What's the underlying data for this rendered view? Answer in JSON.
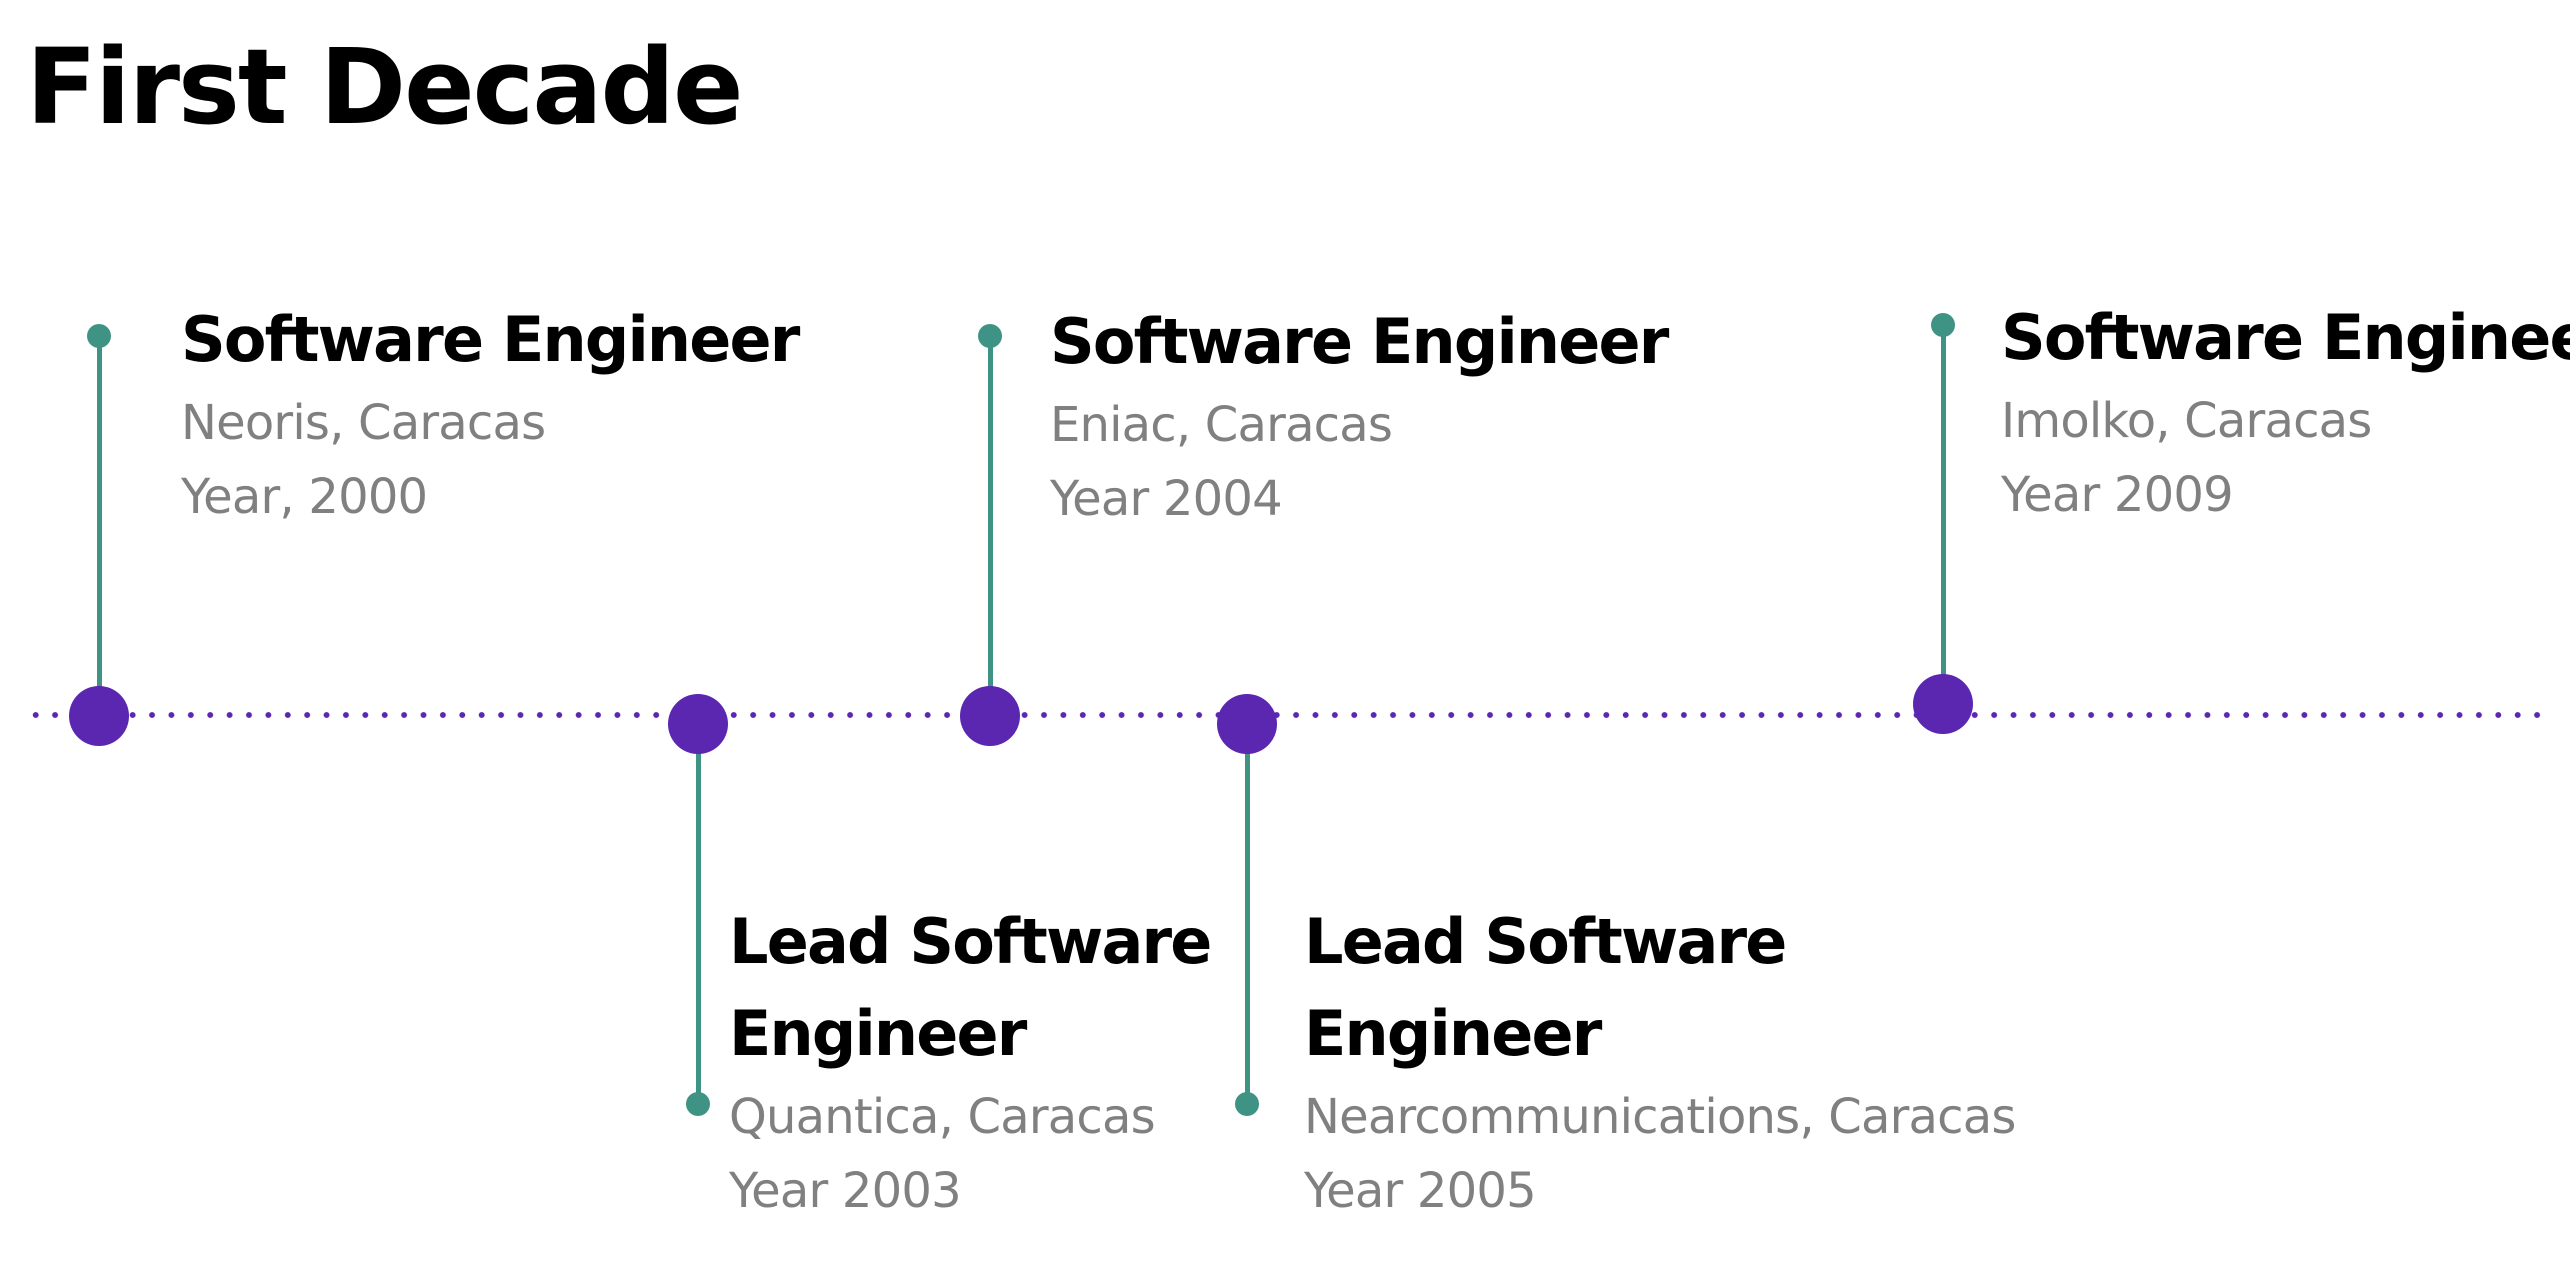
{
  "page": {
    "title": "First Decade"
  },
  "colors": {
    "title": "#000000",
    "axis": "#5b26b0",
    "node": "#5b26b0",
    "stem": "#3f9384",
    "entry_title": "#000000",
    "entry_detail": "#808080"
  },
  "timeline": {
    "entries": [
      {
        "title": "Software Engineer",
        "company": "Neoris, Caracas",
        "year": "Year, 2000",
        "side": "above"
      },
      {
        "title_line1": "Lead Software",
        "title_line2": "Engineer",
        "company": "Quantica, Caracas",
        "year": "Year 2003",
        "side": "below"
      },
      {
        "title": "Software Engineer",
        "company": "Eniac, Caracas",
        "year": "Year 2004",
        "side": "above"
      },
      {
        "title_line1": "Lead Software",
        "title_line2": "Engineer",
        "company": "Nearcommunications, Caracas",
        "year": "Year 2005",
        "side": "below"
      },
      {
        "title": "Software Engineer",
        "company": "Imolko, Caracas",
        "year": "Year 2009",
        "side": "above"
      }
    ]
  }
}
